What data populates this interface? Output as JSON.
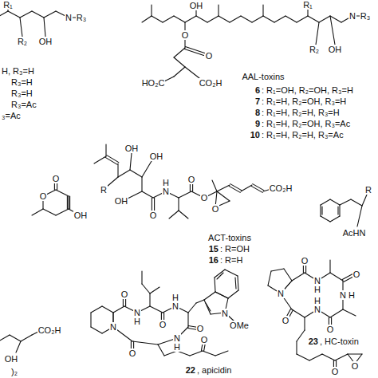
{
  "diagram": {
    "labels": [
      "R₁",
      "R₂",
      "OH",
      "N",
      "R₃",
      "H, R₃=H",
      "R₃=H",
      "R₃=H",
      "R₃=Ac",
      "₃=Ac",
      "OH",
      "R₁",
      "O",
      "N",
      "R₃",
      "R₂",
      "OH",
      "O",
      "HO₂C",
      "CO₂H",
      "AAL-toxins",
      "6",
      ": R₁=OH, R₂=OH, R₃=H",
      "7",
      ": R₁=H, R₂=OH, R₃=H",
      "8",
      ": R₁=H, R₂=H, R₃=H",
      "9",
      ": R₁=H, R₂=OH, R₃=Ac",
      "10",
      ": R₁=H, R₂=H, R₃=Ac",
      "R",
      "OH",
      "OH",
      "OH",
      "O",
      "N",
      "H",
      "O",
      "O",
      "O",
      "CO₂H",
      "ACT-toxins",
      "15",
      ": R=OH",
      "16",
      ": R=H",
      "O",
      "O",
      "OH",
      "CO₂H",
      "OH",
      ")₂",
      "R",
      "AcHN",
      "N",
      "O",
      "N",
      "H",
      "O",
      "N",
      "H",
      "O",
      "N",
      "H",
      "O",
      "O",
      "N",
      "OMe",
      "22",
      ", apicidin",
      "N",
      "O",
      "N",
      "H",
      "O",
      "N",
      "H",
      "O",
      "N",
      "H",
      "O",
      "O",
      "O",
      "23",
      ", HC-toxin"
    ]
  }
}
